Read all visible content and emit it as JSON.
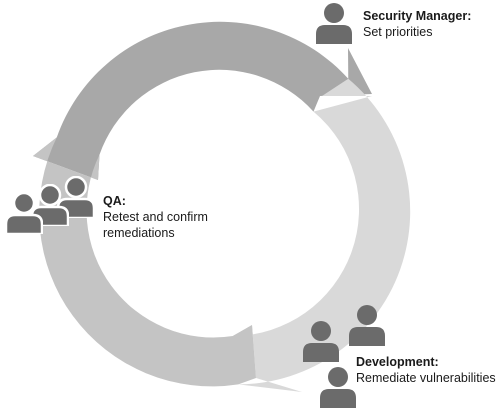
{
  "colors": {
    "arc_dark": "#a8a8a8",
    "arc_light": "#d9d9d9",
    "person": "#6b6b6b",
    "text": "#1a1a1a"
  },
  "roles": {
    "security_manager": {
      "name": "Security Manager:",
      "task": "Set priorities",
      "icon": "person-icon"
    },
    "development": {
      "name": "Development:",
      "task": "Remediate vulnerabilities",
      "icon": "people-group-icon"
    },
    "qa": {
      "name": "QA:",
      "task_line1": "Retest and confirm",
      "task_line2": "remediations",
      "icon": "people-group-icon"
    }
  }
}
